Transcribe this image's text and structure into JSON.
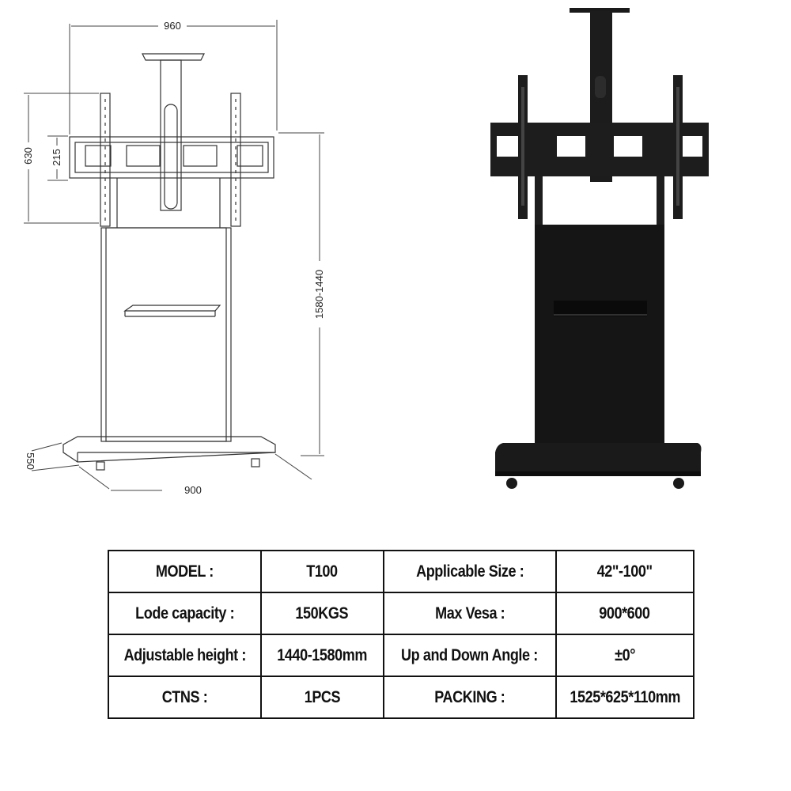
{
  "dimensions": {
    "width_top": "960",
    "height_bracket": "630",
    "height_inner": "215",
    "height_total": "1580-1440",
    "depth_base": "550",
    "width_base": "900"
  },
  "colors": {
    "line": "#333333",
    "stand_black": "#1a1a1a",
    "table_border": "#111111"
  },
  "specs": {
    "rows": [
      [
        {
          "text": "MODEL :"
        },
        {
          "text": "T100"
        },
        {
          "text": "Applicable Size :"
        },
        {
          "text": "42\"-100\""
        }
      ],
      [
        {
          "text": "Lode capacity :"
        },
        {
          "text": "150KGS"
        },
        {
          "text": "Max Vesa :"
        },
        {
          "text": "900*600"
        }
      ],
      [
        {
          "text": "Adjustable height :"
        },
        {
          "text": "1440-1580mm"
        },
        {
          "text": "Up and Down Angle :"
        },
        {
          "text": "±0°"
        }
      ],
      [
        {
          "text": "CTNS :"
        },
        {
          "text": "1PCS"
        },
        {
          "text": "PACKING :"
        },
        {
          "text": "1525*625*110mm"
        }
      ]
    ]
  }
}
